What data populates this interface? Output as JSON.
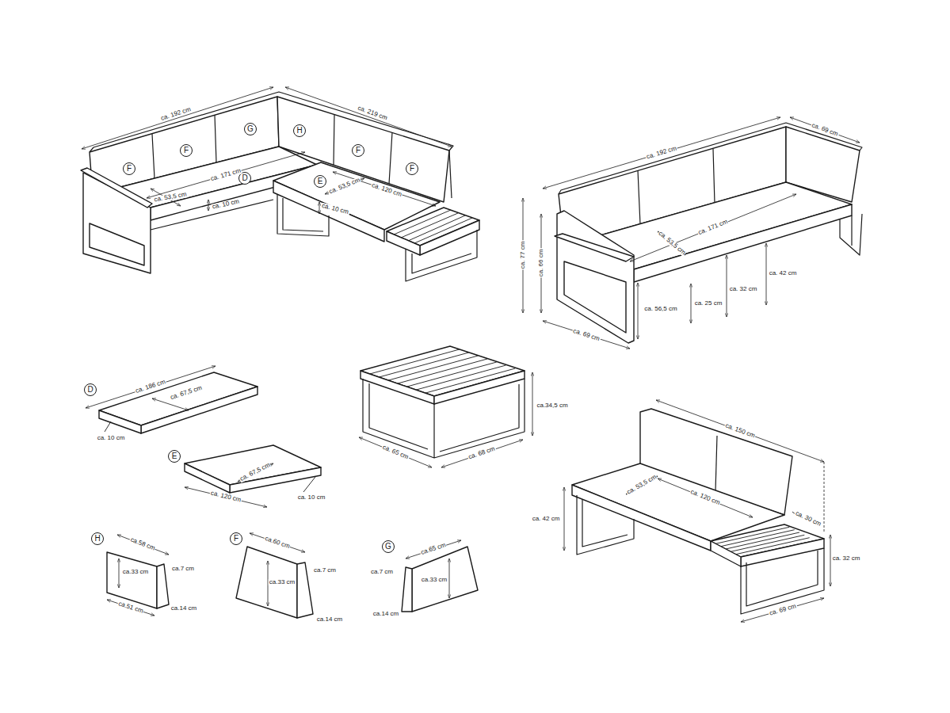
{
  "diagram": {
    "nodes": [
      {
        "text": [
          "F"
        ]
      },
      {
        "text": [
          "F"
        ]
      },
      {
        "text": [
          "G"
        ]
      },
      {
        "text": [
          "H"
        ]
      },
      {
        "text": [
          "F"
        ]
      },
      {
        "text": [
          "F"
        ]
      },
      {
        "text": [
          "D"
        ]
      },
      {
        "text": [
          "E"
        ]
      },
      {
        "text": [
          "D"
        ]
      },
      {
        "text": [
          "E"
        ]
      },
      {
        "text": [
          "H"
        ]
      },
      {
        "text": [
          "F"
        ]
      },
      {
        "text": [
          "G"
        ]
      }
    ],
    "labels": [
      "ca. 192 cm",
      "ca. 219 cm",
      "ca. 171 cm",
      "ca. 53,5 cm",
      "ca. 10 cm",
      "ca. 53,5 cm",
      "ca. 120 cm",
      "ca. 10 cm",
      "ca. 192 cm",
      "ca. 69 cm",
      "ca. 171 cm",
      "ca. 53,5 cm",
      "ca. 77 cm",
      "ca. 66 cm",
      "ca. 56,5 cm",
      "ca. 25 cm",
      "ca. 32 cm",
      "ca. 42 cm",
      "ca. 69 cm",
      "ca. 186 cm",
      "ca. 67,5 cm",
      "ca. 10 cm",
      "ca. 67,5 cm",
      "ca. 120 cm",
      "ca. 10 cm",
      "ca.34,5 cm",
      "ca. 65 cm",
      "ca. 68 cm",
      "ca. 150 cm",
      "ca. 53,5 cm",
      "ca. 120 cm",
      "ca. 30 cm",
      "ca. 42 cm",
      "ca. 32 cm",
      "ca. 69 cm",
      "ca.58 cm",
      "ca.33 cm",
      "ca.7 cm",
      "ca.51 cm",
      "ca.14 cm",
      "ca.60 cm",
      "ca.33 cm",
      "ca.7 cm",
      "ca.14 cm",
      "ca.65 cm",
      "ca.7 cm",
      "ca.33 cm",
      "ca.14 cm"
    ]
  }
}
